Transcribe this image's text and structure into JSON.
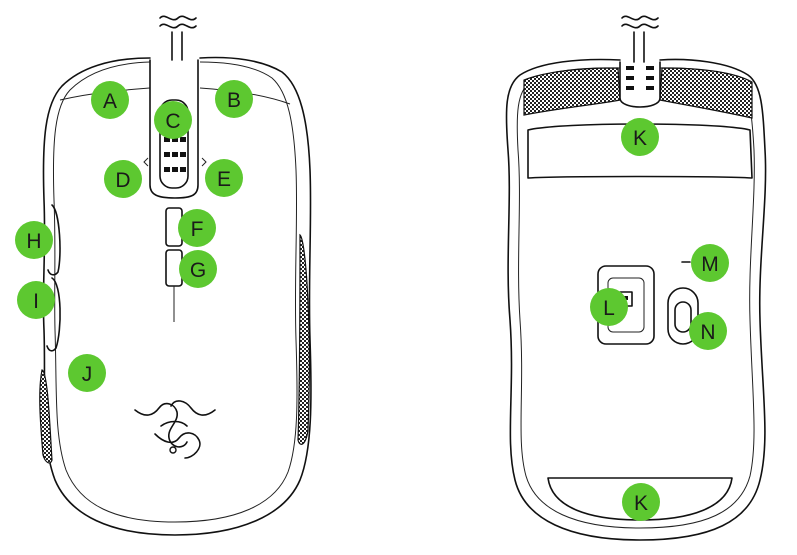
{
  "colors": {
    "callout_fill": "#5dc830",
    "outline": "#111111",
    "background": "#ffffff"
  },
  "icons": {
    "logo": "razer-snake-logo-icon"
  },
  "top_view": {
    "callouts": [
      {
        "id": "A",
        "label": "A"
      },
      {
        "id": "B",
        "label": "B"
      },
      {
        "id": "C",
        "label": "C"
      },
      {
        "id": "D",
        "label": "D"
      },
      {
        "id": "E",
        "label": "E"
      },
      {
        "id": "F",
        "label": "F"
      },
      {
        "id": "G",
        "label": "G"
      },
      {
        "id": "H",
        "label": "H"
      },
      {
        "id": "I",
        "label": "I"
      },
      {
        "id": "J",
        "label": "J"
      }
    ]
  },
  "bottom_view": {
    "callouts": [
      {
        "id": "K-top",
        "label": "K"
      },
      {
        "id": "L",
        "label": "L"
      },
      {
        "id": "M",
        "label": "M"
      },
      {
        "id": "N",
        "label": "N"
      },
      {
        "id": "K-bottom",
        "label": "K"
      }
    ]
  }
}
